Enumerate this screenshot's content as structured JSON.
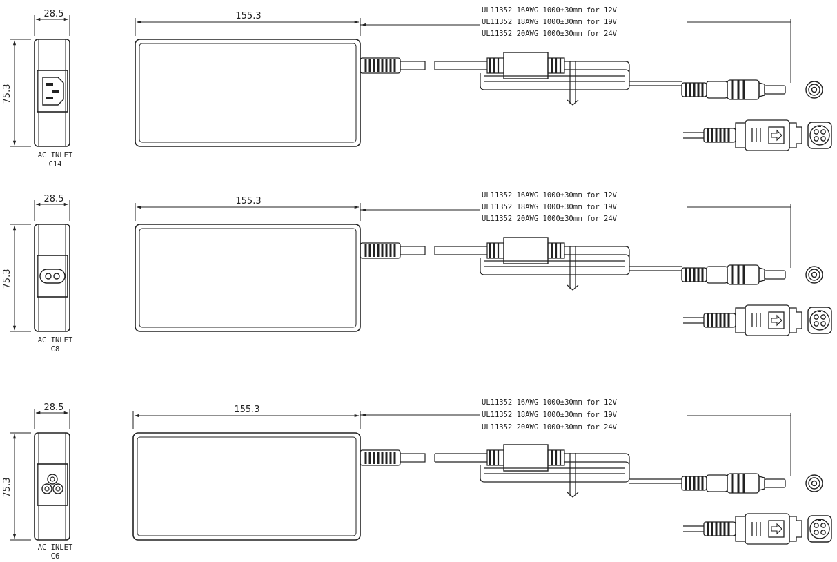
{
  "rows": [
    {
      "inlet_label": "AC INLET",
      "inlet_type": "C14",
      "width_dim": "28.5",
      "height_dim": "75.3",
      "body_length_dim": "155.3",
      "cable_specs": [
        "UL11352 16AWG 1000±30mm for 12V",
        "UL11352 18AWG 1000±30mm for 19V",
        "UL11352 20AWG 1000±30mm for 24V"
      ]
    },
    {
      "inlet_label": "AC INLET",
      "inlet_type": "C8",
      "width_dim": "28.5",
      "height_dim": "75.3",
      "body_length_dim": "155.3",
      "cable_specs": [
        "UL11352 16AWG 1000±30mm for 12V",
        "UL11352 18AWG 1000±30mm for 19V",
        "UL11352 20AWG 1000±30mm for 24V"
      ]
    },
    {
      "inlet_label": "AC INLET",
      "inlet_type": "C6",
      "width_dim": "28.5",
      "height_dim": "75.3",
      "body_length_dim": "155.3",
      "cable_specs": [
        "UL11352 16AWG 1000±30mm for 12V",
        "UL11352 18AWG 1000±30mm for 19V",
        "UL11352 20AWG 1000±30mm for 24V"
      ]
    }
  ]
}
